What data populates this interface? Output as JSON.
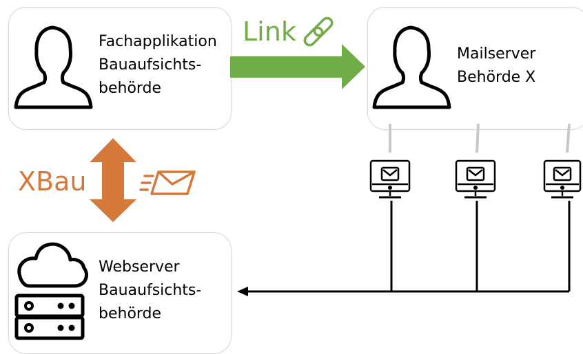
{
  "boxes": {
    "fachapp": {
      "lines": [
        "Fachapplikation",
        "Bauaufsichts-",
        "behörde"
      ]
    },
    "mailserver": {
      "lines": [
        "Mailserver",
        "Behörde X"
      ]
    },
    "webserver": {
      "lines": [
        "Webserver",
        "Bauaufsichts-",
        "behörde"
      ]
    }
  },
  "arrows": {
    "link": {
      "label": "Link",
      "color": "#70ad47"
    },
    "xbau": {
      "label": "XBau",
      "color": "#d4793a"
    }
  },
  "icons": {
    "fachapp": "person-icon",
    "mailserver": "person-icon",
    "webserver_cloud": "cloud-icon",
    "webserver_server": "server-rack-icon",
    "link": "chain-link-icon",
    "xbau": "sent-mail-icon",
    "clients": [
      "mail-monitor-icon",
      "mail-monitor-icon",
      "mail-monitor-icon"
    ]
  },
  "colors": {
    "line_gray": "#c8c8c8",
    "line_black": "#000000",
    "box_border": "#d9d9d9"
  }
}
